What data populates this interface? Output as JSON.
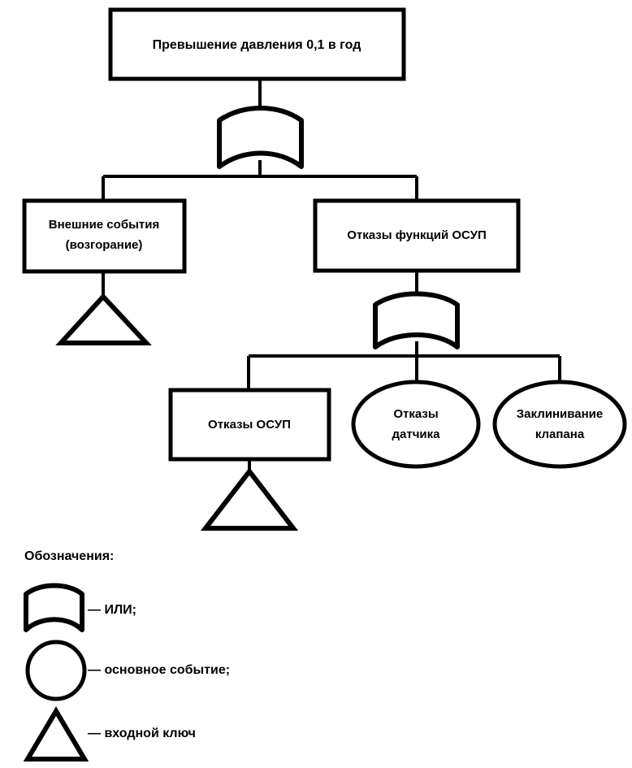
{
  "diagram": {
    "type": "fault-tree",
    "title_node": {
      "id": "top-event",
      "shape": "rectangle",
      "label": "Превышение давления 0,1 в год"
    },
    "nodes": [
      {
        "id": "external-events",
        "shape": "rectangle",
        "label_line1": "Внешние события",
        "label_line2": "(возгорание)"
      },
      {
        "id": "osup-function-failures",
        "shape": "rectangle",
        "label": "Отказы функций ОСУП"
      },
      {
        "id": "osup-failures",
        "shape": "rectangle",
        "label": "Отказы ОСУП"
      },
      {
        "id": "sensor-failures",
        "shape": "ellipse",
        "label_line1": "Отказы",
        "label_line2": "датчика"
      },
      {
        "id": "valve-jamming",
        "shape": "ellipse",
        "label_line1": "Заклинивание",
        "label_line2": "клапана"
      }
    ],
    "gates": [
      {
        "id": "or-gate-top",
        "type": "OR"
      },
      {
        "id": "or-gate-osup",
        "type": "OR"
      }
    ],
    "transfer_keys": [
      {
        "id": "transfer-external-events",
        "shape": "triangle"
      },
      {
        "id": "transfer-osup-failures",
        "shape": "triangle"
      }
    ]
  },
  "legend": {
    "heading": "Обозначения:",
    "items": [
      {
        "symbol": "or-gate",
        "text": "— ИЛИ;"
      },
      {
        "symbol": "circle",
        "text": "— основное событие;"
      },
      {
        "symbol": "triangle",
        "text": "— входной ключ"
      }
    ]
  },
  "colors": {
    "stroke": "#000000",
    "fill": "#ffffff",
    "background": "#ffffff"
  }
}
